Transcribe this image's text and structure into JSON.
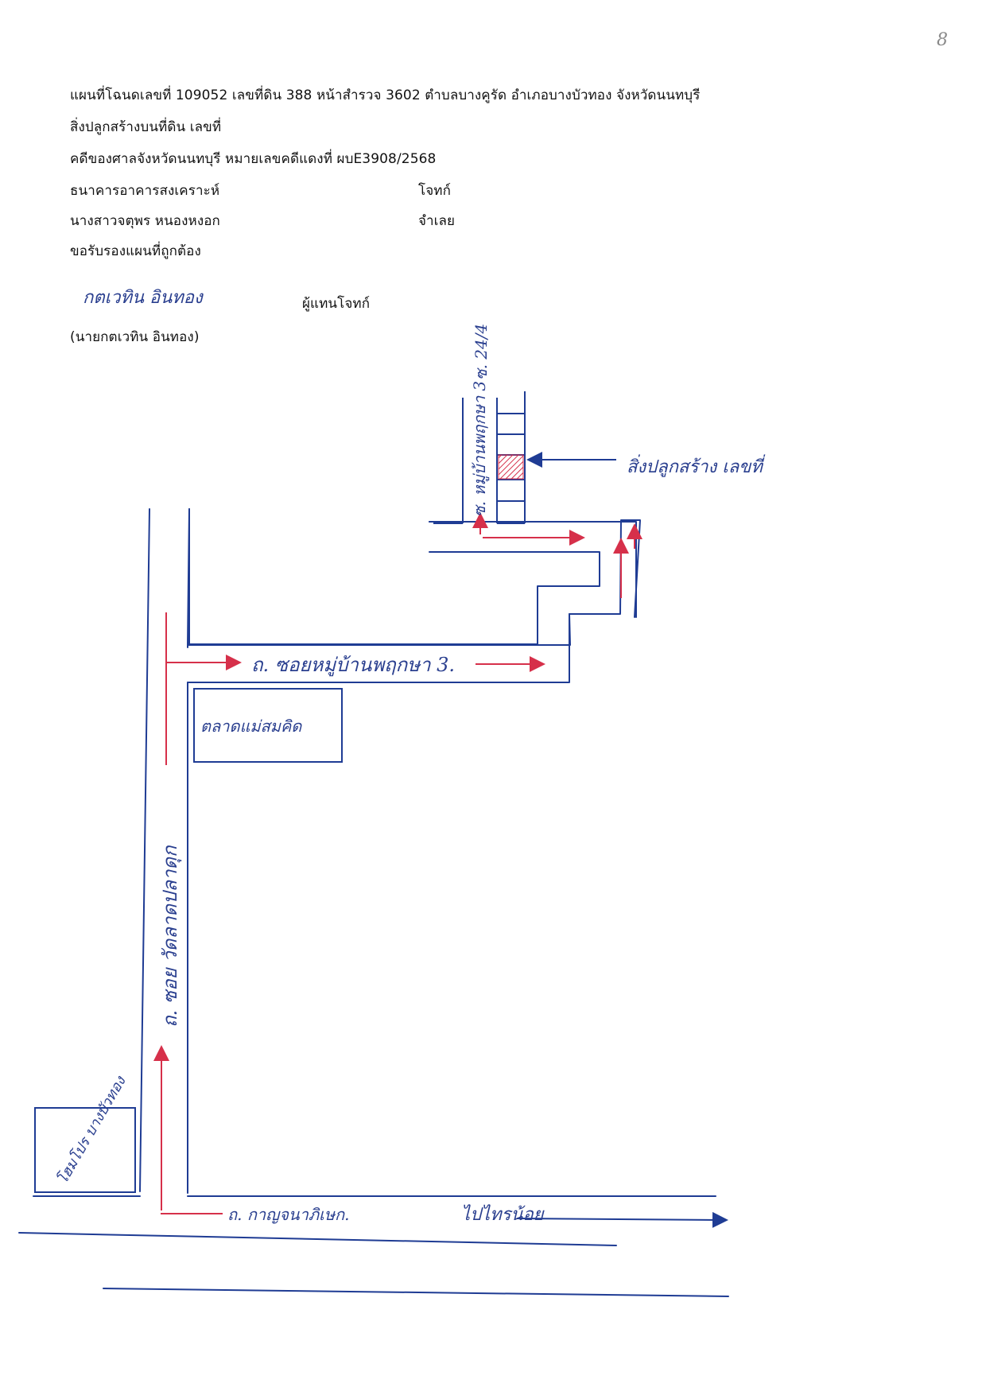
{
  "header": {
    "deed_line": "แผนที่โฉนดเลขที่ 109052 เลขที่ดิน 388 หน้าสำรวจ 3602 ตำบลบางคูรัด อำเภอบางบัวทอง จังหวัดนนทบุรี",
    "building_line": "สิ่งปลูกสร้างบนที่ดิน เลขที่",
    "case_line": "คดีของศาลจังหวัดนนทบุรี หมายเลขคดีแดงที่ ผบE3908/2568",
    "plaintiff_name": "ธนาคารอาคารสงเคราะห์",
    "plaintiff_role": "โจทก์",
    "defendant_name": "นางสาวจตุพร หนองหงอก",
    "defendant_role": "จำเลย",
    "certify_line": "ขอรับรองแผนที่ถูกต้อง"
  },
  "signature": {
    "handwritten": "กตเวทิน อินทอง",
    "role": "ผู้แทนโจทก์",
    "printed_name": "(นายกตเวทิน อินทอง)"
  },
  "corner_mark": "8",
  "map": {
    "road_main": "ถ. กาญจนาภิเษก.",
    "direction_note": "ไปไทรน้อย",
    "soi_vertical": "ถ. ซอย วัดลาดปลาดุก",
    "soi_horizontal": "ถ. ซอยหมู่บ้านพฤกษา 3.",
    "market": "ตลาดแม่สมคิด",
    "landmark": "โฮมโปร บางบัวทอง",
    "village_side": "ซ. หมู่บ้านพฤกษา 3",
    "sub_soi": "ซ. 24/4",
    "building_pointer": "สิ่งปลูกสร้าง เลขที่"
  },
  "colors": {
    "road_line": "#1f3c94",
    "route_arrow": "#d6304a",
    "target_hatch": "#d6304a",
    "text": "#111111",
    "handwriting": "#2a3f8f"
  }
}
